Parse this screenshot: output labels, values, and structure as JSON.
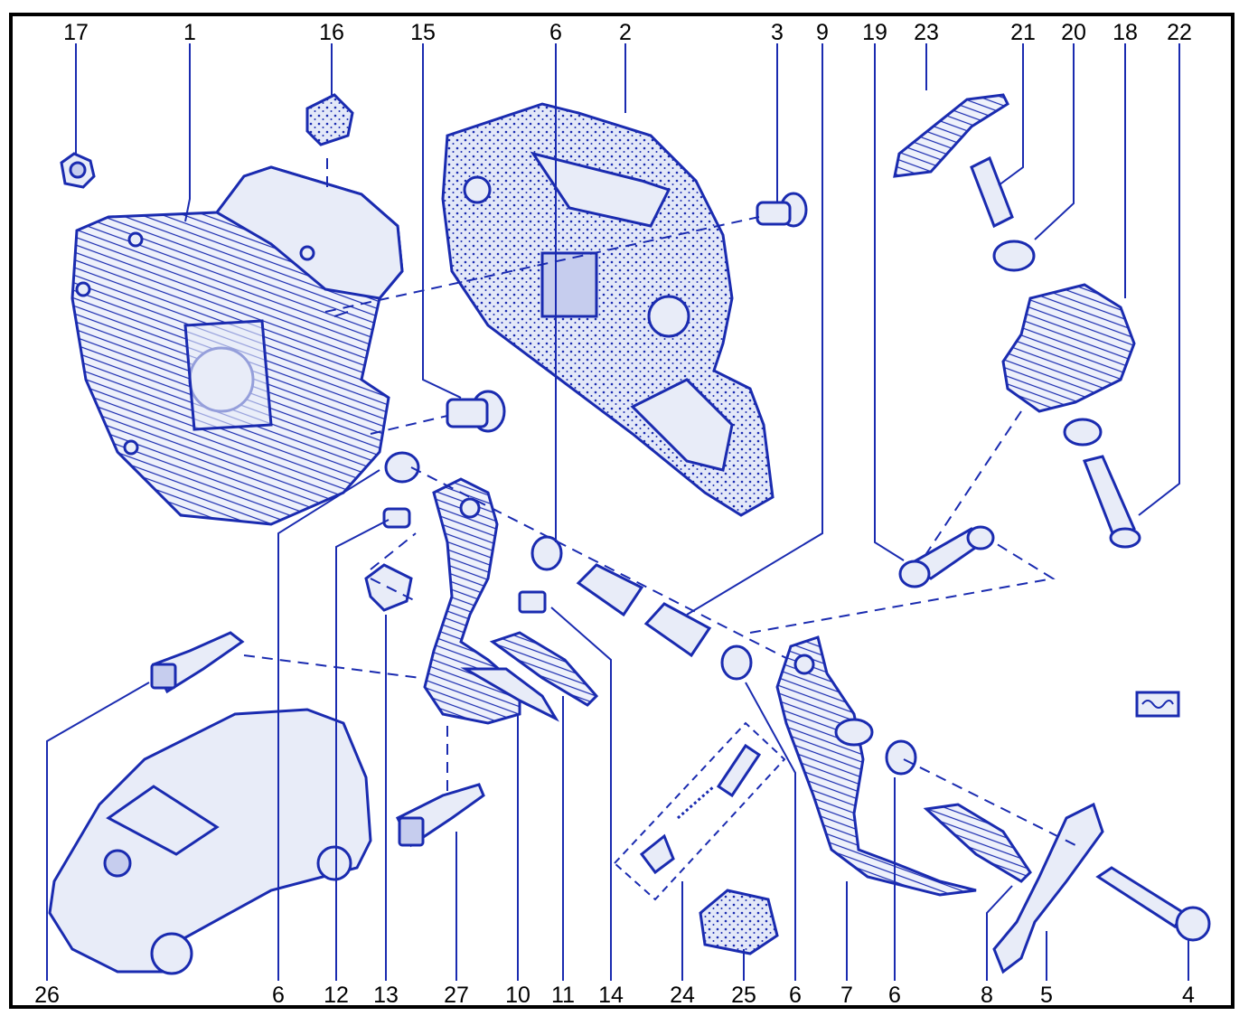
{
  "diagram": {
    "callouts": [
      "17",
      "1",
      "16",
      "15",
      "6",
      "2",
      "3",
      "9",
      "19",
      "23",
      "21",
      "20",
      "18",
      "22",
      "26",
      "6",
      "12",
      "13",
      "27",
      "10",
      "11",
      "14",
      "24",
      "25",
      "6",
      "7",
      "6",
      "8",
      "5",
      "4"
    ],
    "colors": {
      "line": "#1a2bb0",
      "fill": "#e8ecf8",
      "shade": "#c6cdee",
      "border": "#000000"
    }
  }
}
